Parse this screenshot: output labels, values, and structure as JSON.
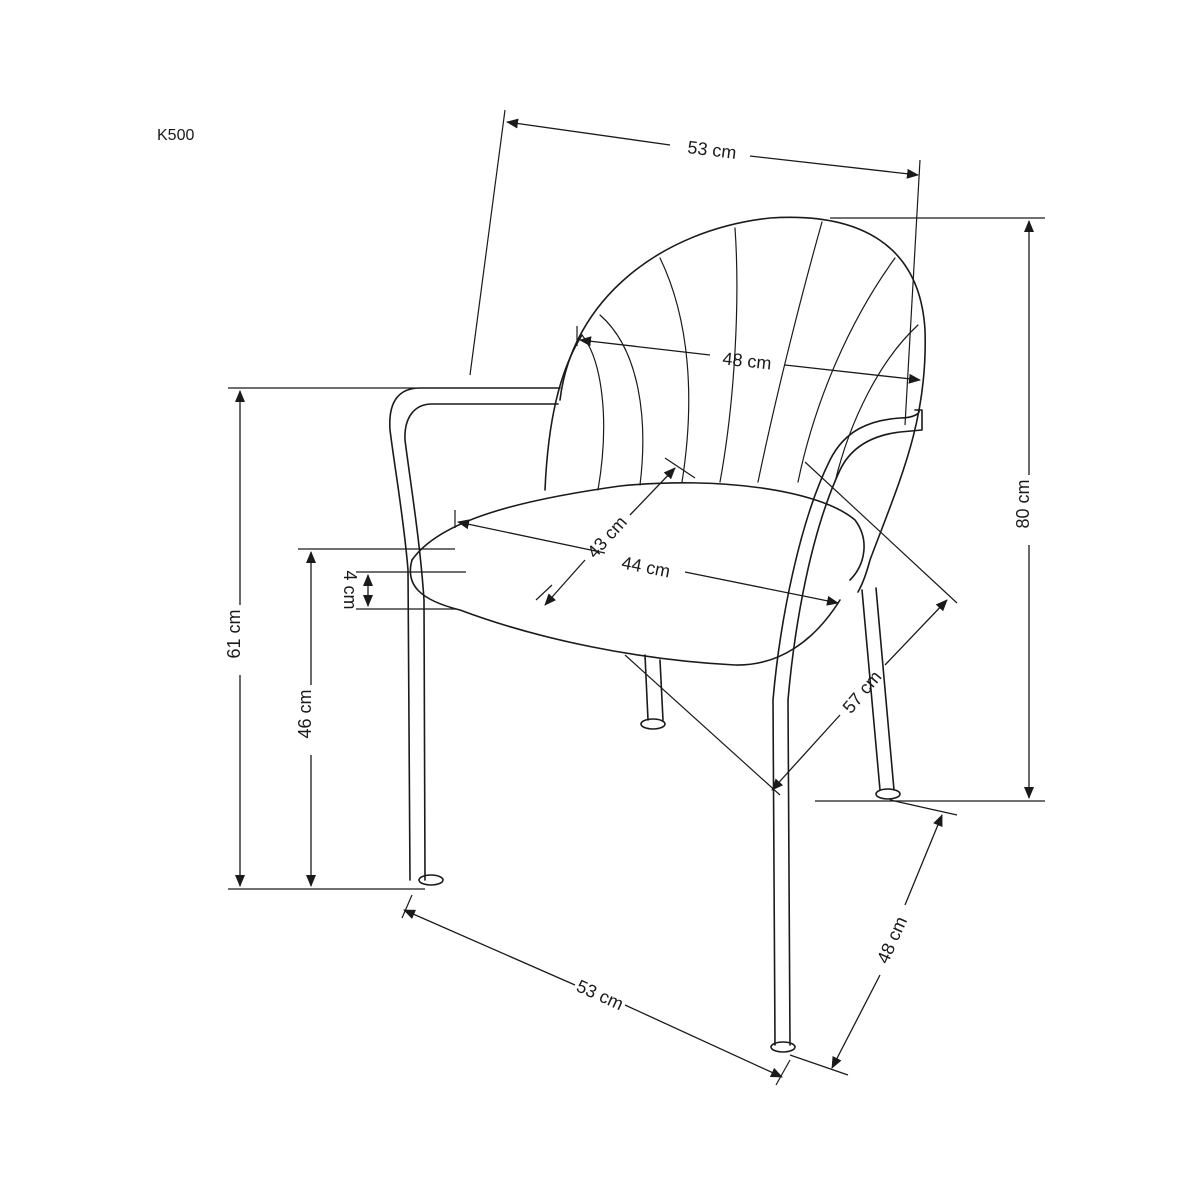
{
  "model_code": "K500",
  "dimensions": {
    "back_width": "53 cm",
    "backrest_width": "48 cm",
    "seat_depth": "43 cm",
    "seat_width": "44 cm",
    "seat_thickness": "4 cm",
    "total_height": "80 cm",
    "armrest_height": "61 cm",
    "seat_height": "46 cm",
    "diagonal_depth": "57 cm",
    "base_width": "53 cm",
    "base_depth": "48 cm"
  },
  "colors": {
    "line": "#1a1a1a",
    "background": "#ffffff"
  }
}
